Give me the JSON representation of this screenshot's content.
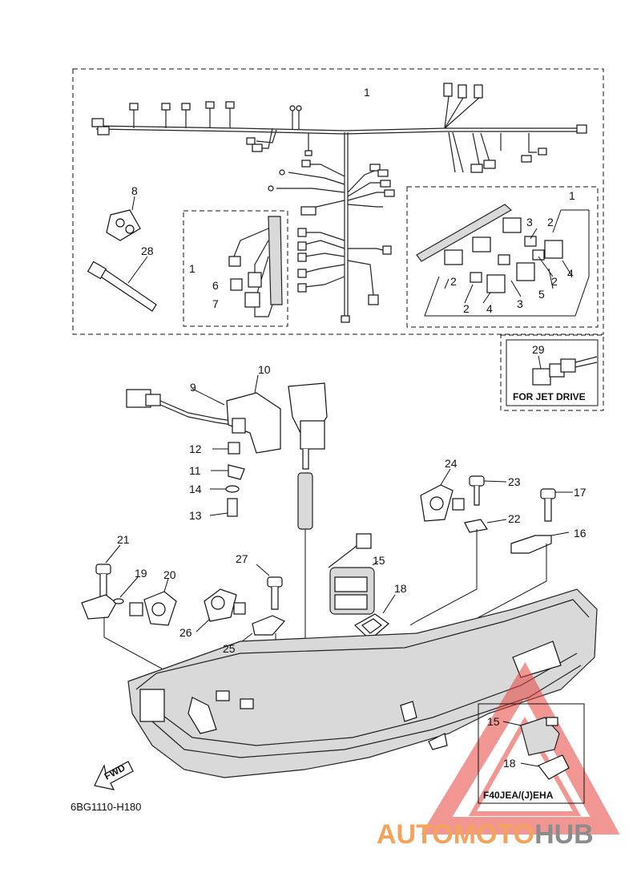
{
  "callouts": [
    {
      "id": "c1-main",
      "text": "1"
    },
    {
      "id": "c1-left",
      "text": "1"
    },
    {
      "id": "c1-right",
      "text": "1"
    },
    {
      "id": "c2a",
      "text": "2"
    },
    {
      "id": "c2b",
      "text": "2"
    },
    {
      "id": "c2c",
      "text": "2"
    },
    {
      "id": "c2d",
      "text": "2"
    },
    {
      "id": "c3a",
      "text": "3"
    },
    {
      "id": "c3b",
      "text": "3"
    },
    {
      "id": "c4a",
      "text": "4"
    },
    {
      "id": "c4b",
      "text": "4"
    },
    {
      "id": "c5",
      "text": "5"
    },
    {
      "id": "c6",
      "text": "6"
    },
    {
      "id": "c7",
      "text": "7"
    },
    {
      "id": "c8",
      "text": "8"
    },
    {
      "id": "c9",
      "text": "9"
    },
    {
      "id": "c10",
      "text": "10"
    },
    {
      "id": "c11",
      "text": "11"
    },
    {
      "id": "c12",
      "text": "12"
    },
    {
      "id": "c13",
      "text": "13"
    },
    {
      "id": "c14",
      "text": "14"
    },
    {
      "id": "c15a",
      "text": "15"
    },
    {
      "id": "c15b",
      "text": "15"
    },
    {
      "id": "c16",
      "text": "16"
    },
    {
      "id": "c17",
      "text": "17"
    },
    {
      "id": "c18a",
      "text": "18"
    },
    {
      "id": "c18b",
      "text": "18"
    },
    {
      "id": "c19",
      "text": "19"
    },
    {
      "id": "c20",
      "text": "20"
    },
    {
      "id": "c21",
      "text": "21"
    },
    {
      "id": "c22",
      "text": "22"
    },
    {
      "id": "c23",
      "text": "23"
    },
    {
      "id": "c24",
      "text": "24"
    },
    {
      "id": "c25",
      "text": "25"
    },
    {
      "id": "c26",
      "text": "26"
    },
    {
      "id": "c27",
      "text": "27"
    },
    {
      "id": "c28",
      "text": "28"
    },
    {
      "id": "c29",
      "text": "29"
    }
  ],
  "boxes": {
    "jet_drive": "FOR JET DRIVE",
    "model": "F40JEA/(J)EHA"
  },
  "diagram_code": "6BG1110-H180",
  "fwd_label": "FWD",
  "watermark": {
    "part1": "AUTOMOTO",
    "part2": "HUB",
    "color1": "#f5a25d",
    "color2": "#8c8c8c",
    "triangle_color": "#e8413c"
  }
}
